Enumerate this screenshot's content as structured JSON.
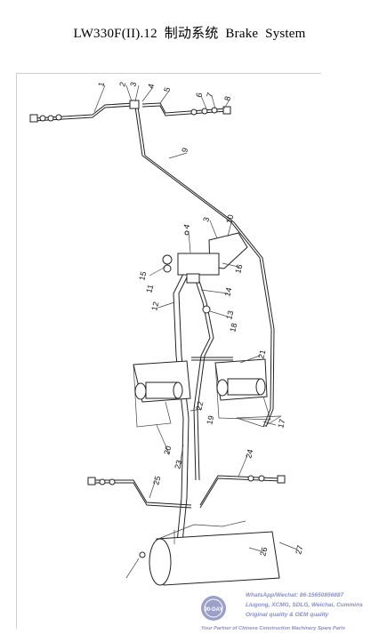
{
  "header": {
    "title": "LW330F(II).12  制动系统  Brake  System"
  },
  "diagram": {
    "part_numbers": [
      "1",
      "2",
      "3",
      "4",
      "5",
      "6",
      "7",
      "8",
      "9",
      "4",
      "3",
      "10",
      "16",
      "15",
      "11",
      "14",
      "12",
      "13",
      "18",
      "21",
      "22",
      "19",
      "17",
      "20",
      "23",
      "24",
      "25",
      "26",
      "27"
    ]
  },
  "watermark": {
    "badge": "90-DAY",
    "lines": [
      "WhatsApp/Wechat: 86-15650856887",
      "Liugong, XCMG, SDLG, Weichai, Cummins",
      "Original quality & OEM quality",
      "Your Partner of Chinese Construction Machinery Spare Parts"
    ]
  }
}
